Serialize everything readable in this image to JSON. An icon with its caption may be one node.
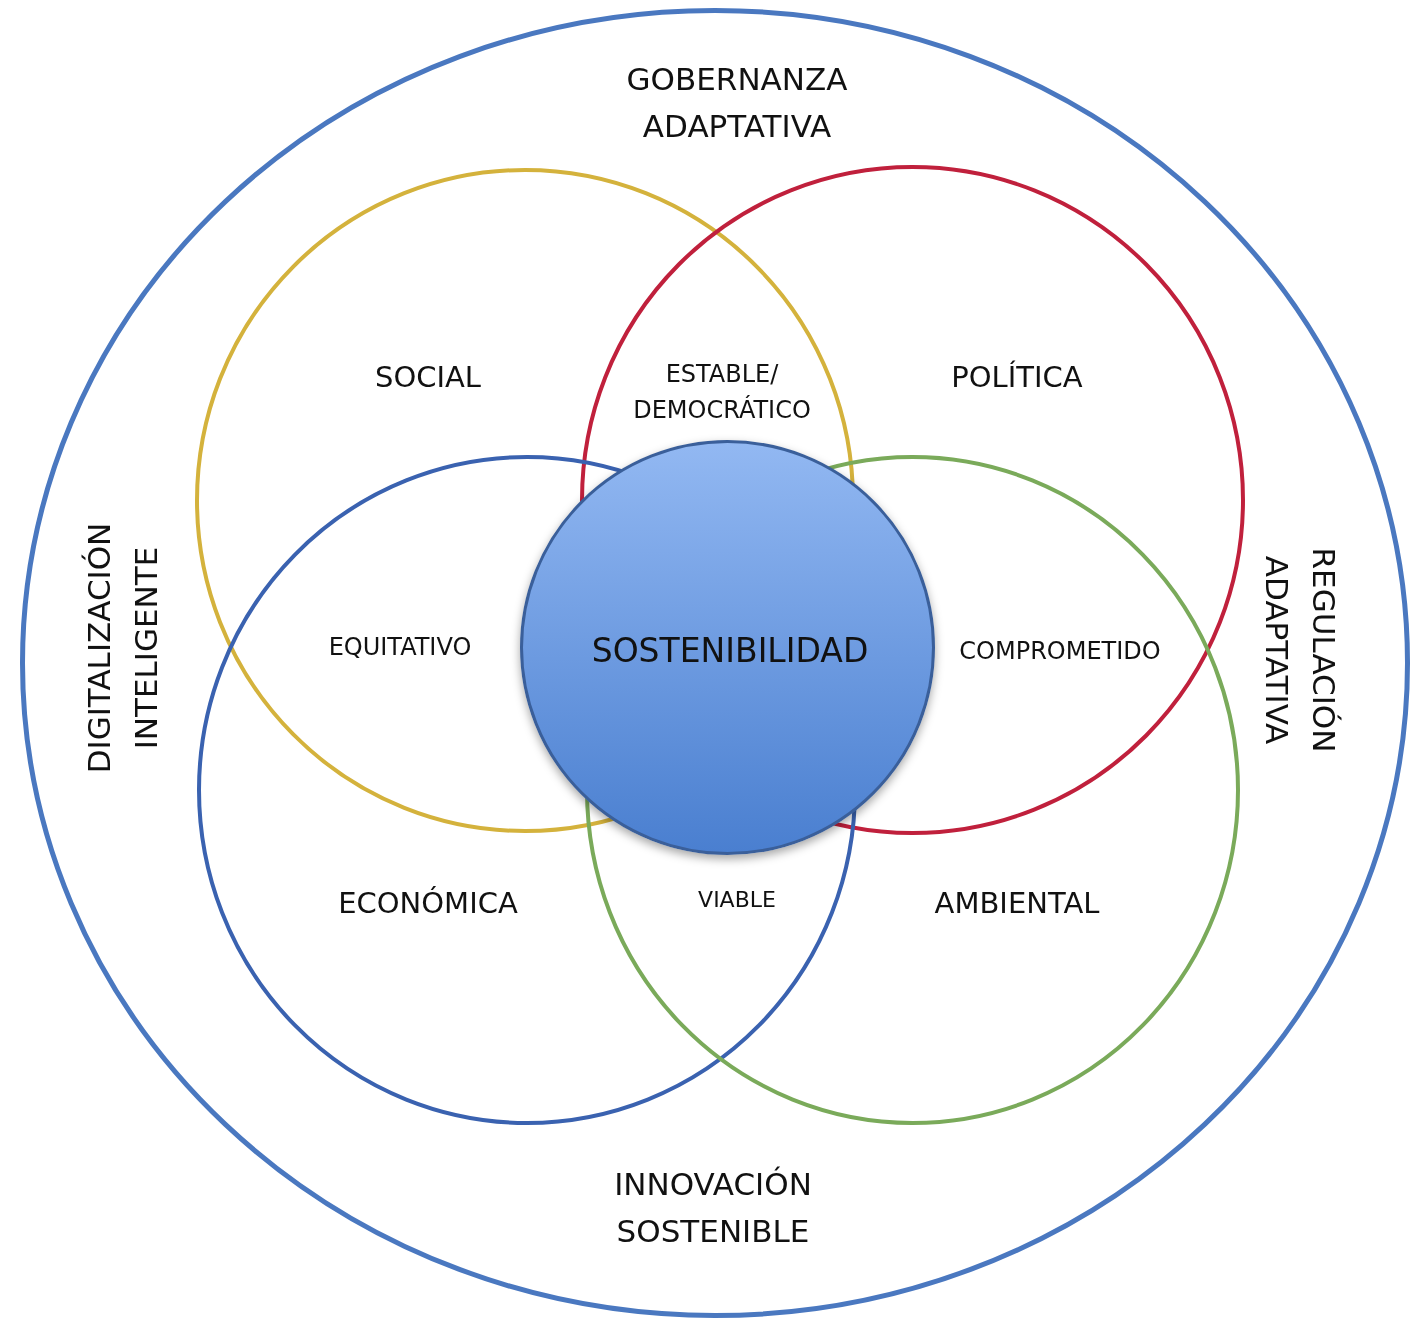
{
  "diagram": {
    "nodes": [
      {
        "text": [
          "GOBERNANZA ADAPTATIVA",
          "DIGITALIZACIÓN INTELIGENTE",
          "REGULACIÓN ADAPTATIVA",
          "INNOVACIÓN SOSTENIBLE"
        ]
      },
      {
        "text": [
          "SOCIAL"
        ],
        "in": 0
      },
      {
        "text": [
          "POLÍTICA"
        ],
        "in": 0
      },
      {
        "text": [
          "ECONÓMICA"
        ],
        "in": 0
      },
      {
        "text": [
          "AMBIENTAL"
        ],
        "in": 0
      },
      {
        "text": [
          "SOSTENIBILIDAD"
        ],
        "in": 0
      }
    ],
    "edges": [],
    "labels": [
      "ESTABLE/ DEMOCRÁTICO",
      "EQUITATIVO",
      "COMPROMETIDO",
      "VIABLE"
    ]
  }
}
